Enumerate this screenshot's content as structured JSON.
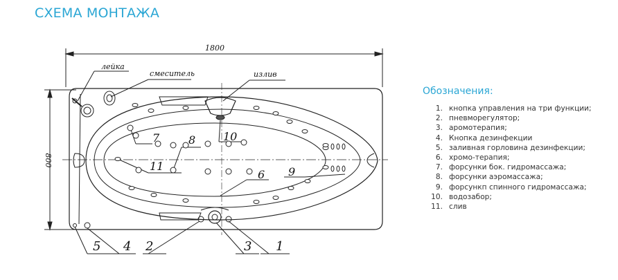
{
  "title": "СХЕМА МОНТАЖА",
  "dimensions": {
    "length": "1800",
    "width": "800"
  },
  "callouts": {
    "top": [
      "лейка",
      "смеситель",
      "излив"
    ],
    "numbers": [
      "1",
      "2",
      "3",
      "4",
      "5",
      "6",
      "7",
      "8",
      "9",
      "10",
      "11"
    ]
  },
  "legend": {
    "title": "Обозначения:",
    "items": [
      {
        "num": "1.",
        "text": "кнопка управления на три функции;"
      },
      {
        "num": "2.",
        "text": "пневморегулятор;"
      },
      {
        "num": "3.",
        "text": "аромотерапия;"
      },
      {
        "num": "4.",
        "text": "Кнопка дезинфекции"
      },
      {
        "num": "5.",
        "text": "заливная горловина дезинфекции;"
      },
      {
        "num": "6.",
        "text": "хромо-терапия;"
      },
      {
        "num": "7.",
        "text": "форсунки бок. гидромассажа;"
      },
      {
        "num": "8.",
        "text": "форсунки аэромассажа;"
      },
      {
        "num": "9.",
        "text": "форсункп спинного гидромассажа;"
      },
      {
        "num": "10.",
        "text": "водозабор;"
      },
      {
        "num": "11.",
        "text": "слив"
      }
    ]
  }
}
